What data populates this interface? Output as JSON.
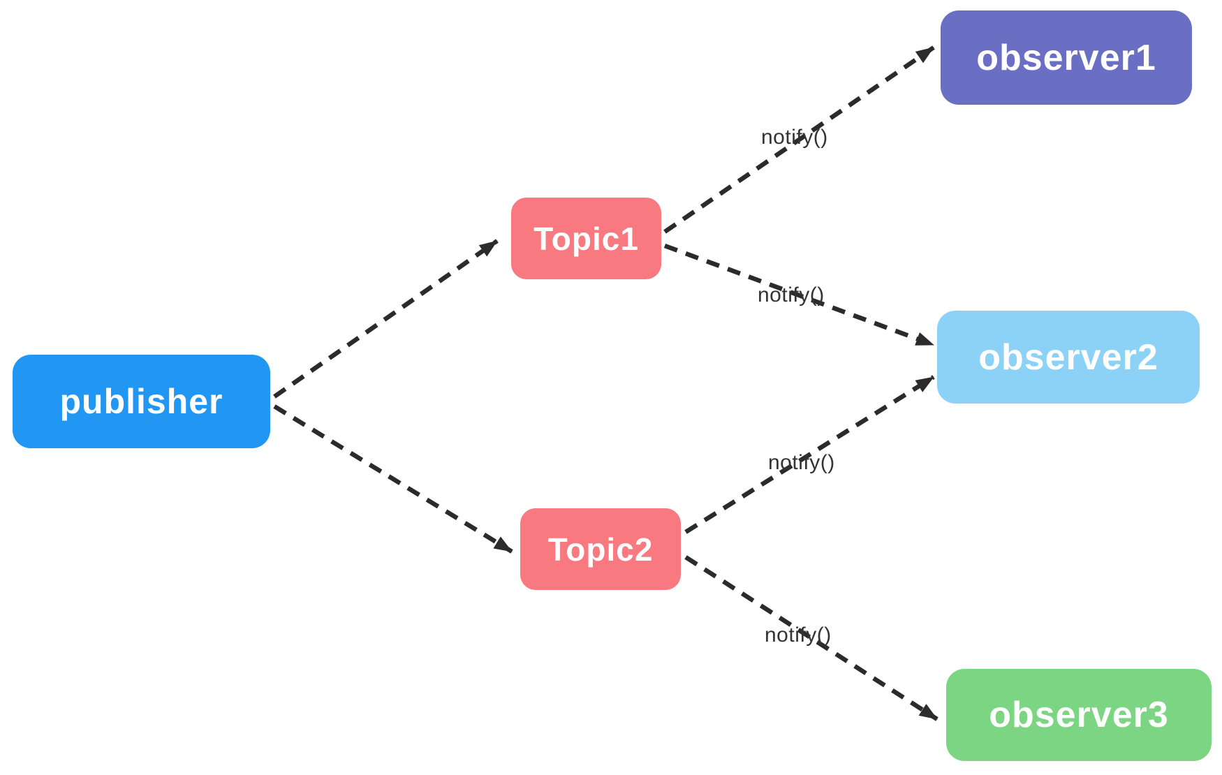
{
  "nodes": {
    "publisher": {
      "label": "publisher",
      "color": "#2196F3"
    },
    "topic1": {
      "label": "Topic1",
      "color": "#F8797F"
    },
    "topic2": {
      "label": "Topic2",
      "color": "#F8797F"
    },
    "observer1": {
      "label": "observer1",
      "color": "#6A6FC4"
    },
    "observer2": {
      "label": "observer2",
      "color": "#8BD2F6"
    },
    "observer3": {
      "label": "observer3",
      "color": "#7BD583"
    }
  },
  "edges": [
    {
      "from": "publisher",
      "to": "Topic1",
      "label": ""
    },
    {
      "from": "publisher",
      "to": "Topic2",
      "label": ""
    },
    {
      "from": "Topic1",
      "to": "observer1",
      "label": "notify()"
    },
    {
      "from": "Topic1",
      "to": "observer2",
      "label": "notify()"
    },
    {
      "from": "Topic2",
      "to": "observer2",
      "label": "notify()"
    },
    {
      "from": "Topic2",
      "to": "observer3",
      "label": "notify()"
    }
  ],
  "colors": {
    "edge": "#2b2b2b",
    "edge_label_text": "#333333",
    "node_text": "#ffffff",
    "background": "#ffffff"
  }
}
